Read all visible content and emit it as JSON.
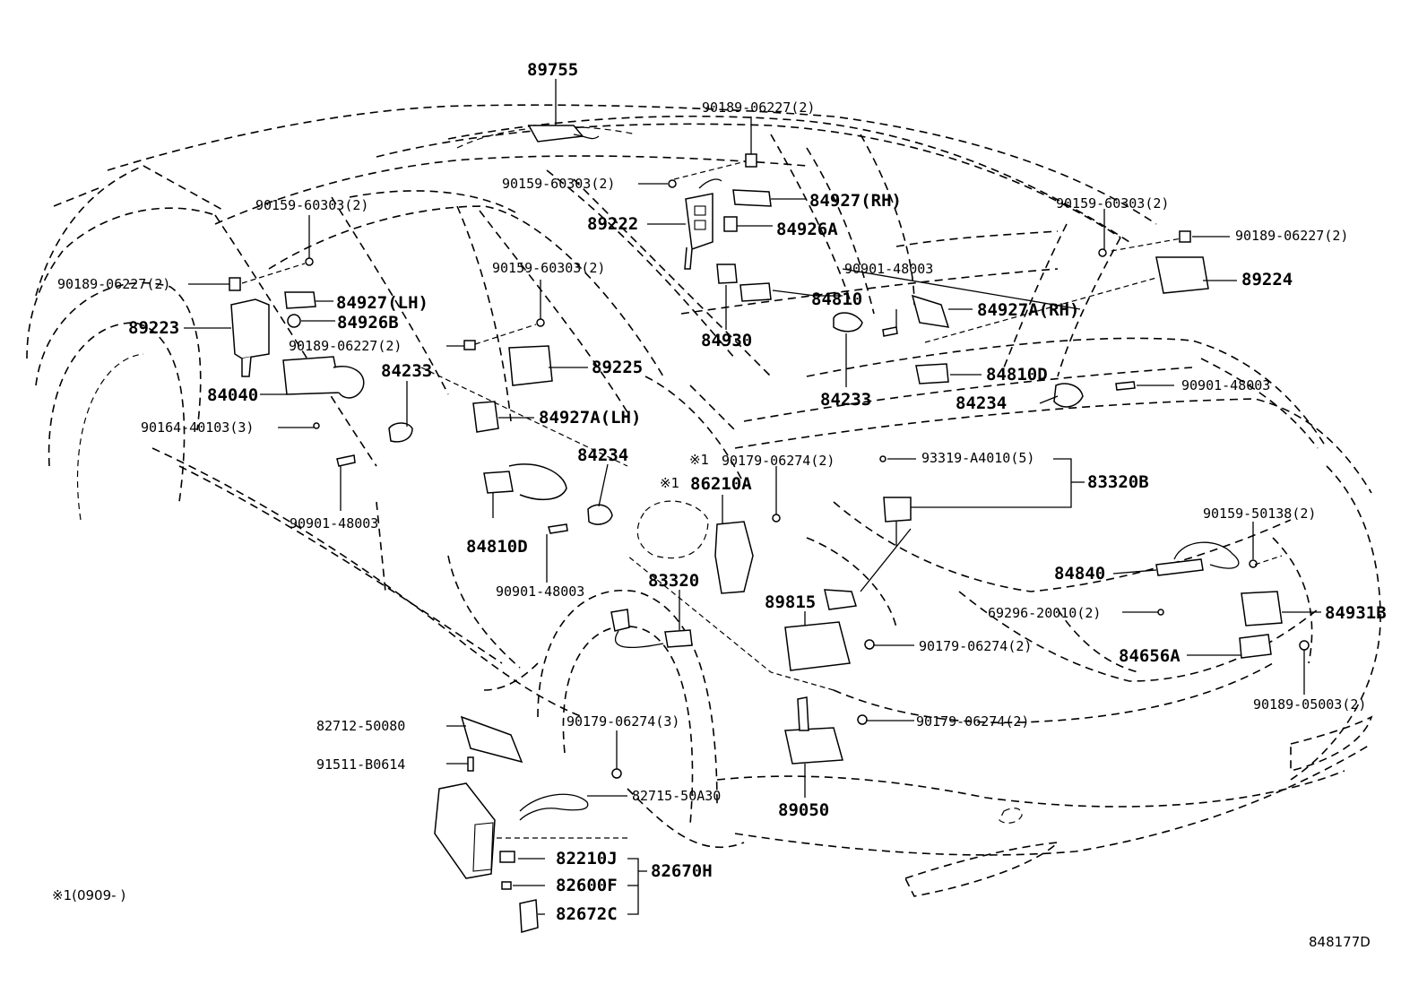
{
  "labels": {
    "p89755": "89755",
    "p90189_06227_top": "90189-06227(2)",
    "p90159_60303_top": "90159-60303(2)",
    "p84927_rh": "84927(RH)",
    "p89222": "89222",
    "p84926a": "84926A",
    "p90159_60303_right": "90159-60303(2)",
    "p90189_06227_right": "90189-06227(2)",
    "p89224": "89224",
    "p90901_48003_mid": "90901-48003",
    "p84810": "84810",
    "p84927a_rh": "84927A(RH)",
    "p84930": "84930",
    "p84233_right": "84233",
    "p84810d_right": "84810D",
    "p84234_right": "84234",
    "p90901_48003_right": "90901-48003",
    "p90159_60303_left": "90159-60303(2)",
    "p90189_06227_left": "90189-06227(2)",
    "p84927_lh": "84927(LH)",
    "p89223": "89223",
    "p84926b": "84926B",
    "p90159_60303_center": "90159-60303(2)",
    "p90189_06227_center": "90189-06227(2)",
    "p84233_left": "84233",
    "p89225": "89225",
    "p84040": "84040",
    "p84927a_lh": "84927A(LH)",
    "p90164_40103": "90164-40103(3)",
    "p84234_left": "84234",
    "p90179_06274_top": "90179-06274(2)",
    "note1_a": "※1",
    "p93319_a4010": "93319-A4010(5)",
    "note1_b": "※1",
    "p86210a": "86210A",
    "p83320b": "83320B",
    "p90901_48003_left": "90901-48003",
    "p84810d_left": "84810D",
    "p90159_50138": "90159-50138(2)",
    "p84840": "84840",
    "p90901_48003_bottom": "90901-48003",
    "p83320": "83320",
    "p89815": "89815",
    "p69296_20010": "69296-20010(2)",
    "p84931b": "84931B",
    "p90179_06274_a": "90179-06274(2)",
    "p84656a": "84656A",
    "p90189_05003": "90189-05003(2)",
    "p82712_50080": "82712-50080",
    "p90179_06274_3": "90179-06274(3)",
    "p90179_06274_b": "90179-06274(2)",
    "p91511_b0614": "91511-B0614",
    "p82715_50a30": "82715-50A30",
    "p89050": "89050",
    "p82210j": "82210J",
    "p82670h": "82670H",
    "p82600f": "82600F",
    "p82672c": "82672C"
  },
  "footnote": "※1(0909-   )",
  "diagram_id": "848177D"
}
